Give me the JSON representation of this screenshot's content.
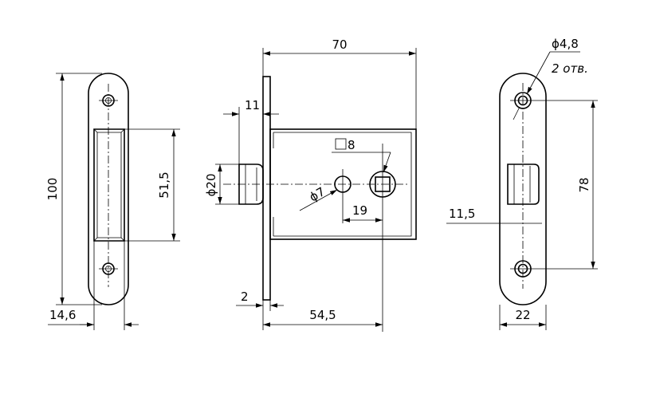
{
  "drawing": {
    "title": "",
    "labels": {
      "overall_length": "70",
      "faceplate_offset": "11",
      "square_size": "8",
      "latch_diameter": "ϕ20",
      "handle_hole": "ϕ7",
      "handle_to_spindle": "19",
      "faceplate_thickness": "2",
      "backset": "54,5",
      "strike_height": "100",
      "strike_opening": "51,5",
      "strike_width": "14,6",
      "screw_hole": "ϕ4,8",
      "screw_hole_count": "2 отв.",
      "screw_spacing": "78",
      "faceplate_width": "22",
      "latch_offset": "11,5"
    }
  }
}
